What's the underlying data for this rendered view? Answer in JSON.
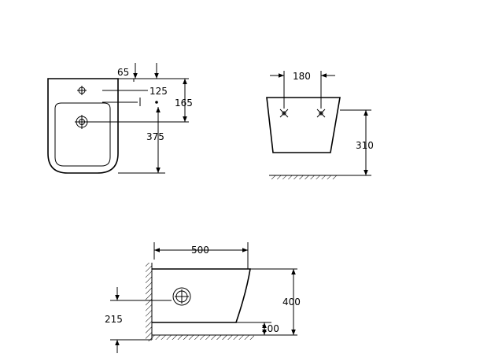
{
  "top_view": {
    "dim_65": "65",
    "dim_125": "125",
    "dim_165": "165",
    "dim_375": "375"
  },
  "front_view": {
    "dim_180": "180",
    "dim_310": "310"
  },
  "side_view": {
    "dim_500": "500",
    "dim_400": "400",
    "dim_215": "215",
    "dim_100": "100"
  }
}
